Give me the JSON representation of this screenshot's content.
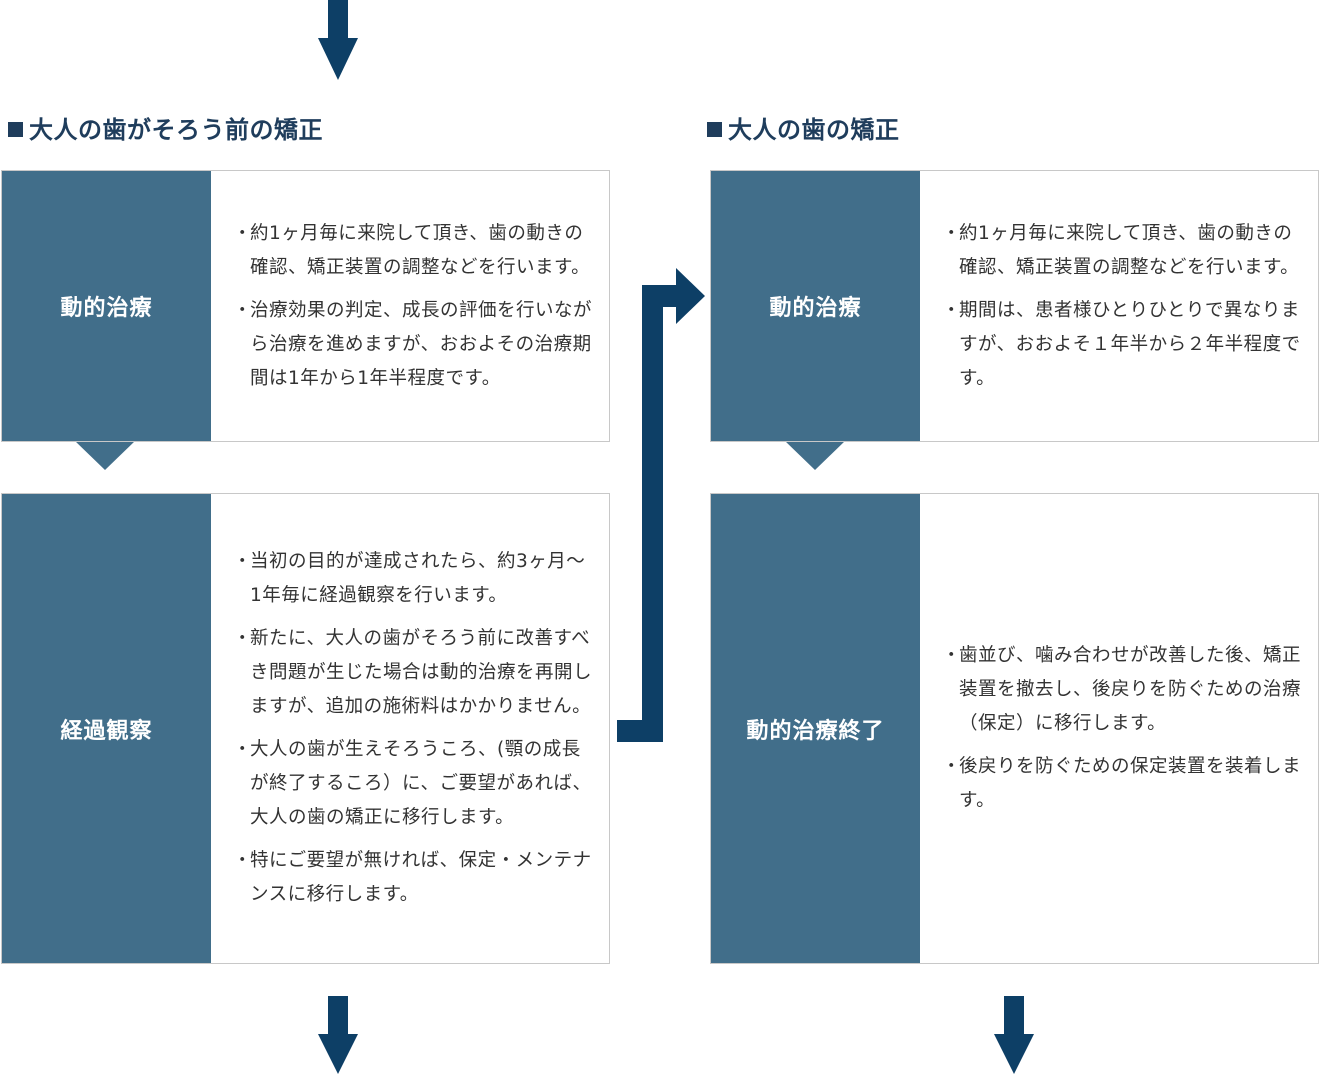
{
  "left": {
    "heading": "大人の歯がそろう前の矯正",
    "step1": {
      "label": "動的治療",
      "bullets": [
        "約1ヶ月毎に来院して頂き、歯の動きの確認、矯正装置の調整などを行います。",
        "治療効果の判定、成長の評価を行いながら治療を進めますが、おおよその治療期間は1年から1年半程度です。"
      ]
    },
    "step2": {
      "label": "経過観察",
      "bullets": [
        "当初の目的が達成されたら、約3ヶ月〜1年毎に経過観察を行います。",
        "新たに、大人の歯がそろう前に改善すべき問題が生じた場合は動的治療を再開しますが、追加の施術料はかかりません。",
        "大人の歯が生えそろうころ、(顎の成長が終了するころ）に、ご要望があれば、大人の歯の矯正に移行します。",
        "特にご要望が無ければ、保定・メンテナンスに移行します。"
      ]
    }
  },
  "right": {
    "heading": "大人の歯の矯正",
    "step1": {
      "label": "動的治療",
      "bullets": [
        "約1ヶ月毎に来院して頂き、歯の動きの確認、矯正装置の調整などを行います。",
        "期間は、患者様ひとりひとりで異なりますが、おおよそ１年半から２年半程度です。"
      ]
    },
    "step2": {
      "label": "動的治療終了",
      "bullets": [
        "歯並び、噛み合わせが改善した後、矯正装置を撤去し、後戻りを防ぐための治療（保定）に移行します。",
        "後戻りを防ぐための保定装置を装着します。"
      ]
    }
  },
  "bullet_mark": "・",
  "colors": {
    "arrow": "#0d3f66",
    "label_bg": "#416e8a",
    "heading": "#1f3d5c",
    "box_border": "#c8c8c8"
  }
}
